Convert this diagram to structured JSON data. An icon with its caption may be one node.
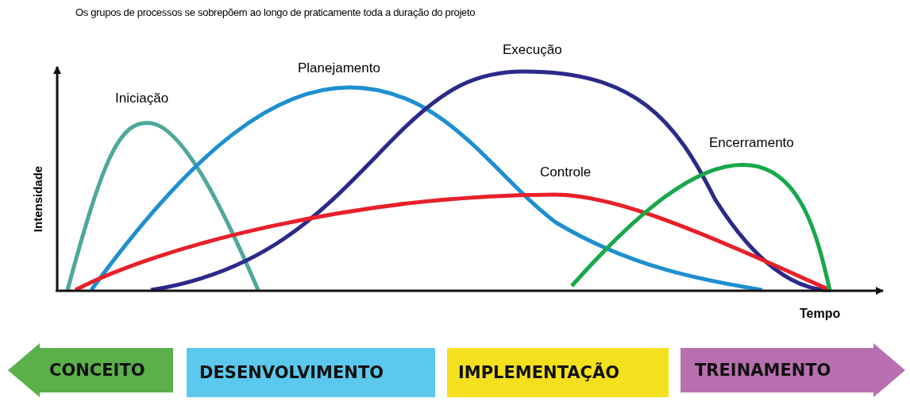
{
  "diagram": {
    "title": "Os grupos de processos se sobrepõem ao longo de praticamente toda a duração do projeto",
    "nodes": [
      {
        "text": [
          "CONCEITO"
        ]
      },
      {
        "text": [
          "DESENVOLVIMENTO"
        ]
      },
      {
        "text": [
          "IMPLEMENTAÇÃO"
        ]
      },
      {
        "text": [
          "TREINAMENTO"
        ]
      }
    ],
    "edges": [],
    "labels": [
      "Execução",
      "Planejamento",
      "Iniciação",
      "Encerramento",
      "Controle",
      "Intensidade",
      "Tempo"
    ]
  }
}
